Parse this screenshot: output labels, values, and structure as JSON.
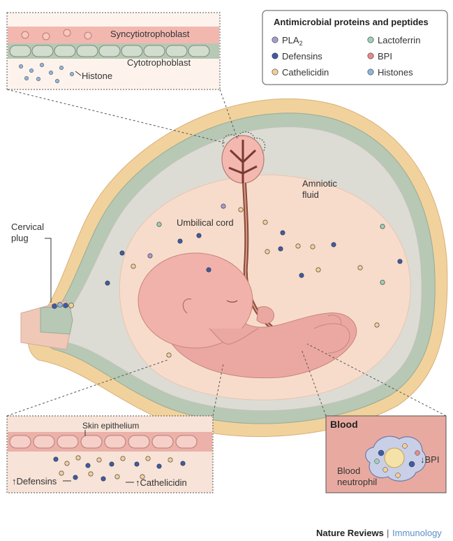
{
  "legend": {
    "title": "Antimicrobial proteins and peptides",
    "items": [
      {
        "label": "PLA",
        "sub": "2",
        "color": "#a99bd0"
      },
      {
        "label": "Lactoferrin",
        "sub": "",
        "color": "#9fd0b8"
      },
      {
        "label": "Defensins",
        "sub": "",
        "color": "#3f5ba8"
      },
      {
        "label": "BPI",
        "sub": "",
        "color": "#e88a8a"
      },
      {
        "label": "Cathelicidin",
        "sub": "",
        "color": "#f2cf98"
      },
      {
        "label": "Histones",
        "sub": "",
        "color": "#8fb6dc"
      }
    ]
  },
  "labels": {
    "syncytiotrophoblast": "Syncytiotrophoblast",
    "cytotrophoblast": "Cytotrophoblast",
    "histone": "Histone",
    "amniotic_fluid_line1": "Amniotic",
    "amniotic_fluid_line2": "fluid",
    "cervical_plug_line1": "Cervical",
    "cervical_plug_line2": "plug",
    "umbilical_cord": "Umbilical cord",
    "skin_epithelium": "Skin epithelium",
    "defensins_up": "↑Defensins",
    "cathelicidin_up": "↑Cathelicidin",
    "blood_title": "Blood",
    "bpi_down": "↓BPI",
    "blood_neutrophil_line1": "Blood",
    "blood_neutrophil_line2": "neutrophil"
  },
  "footer": {
    "brand": "Nature Reviews",
    "separator": "|",
    "journal": "Immunology"
  }
}
